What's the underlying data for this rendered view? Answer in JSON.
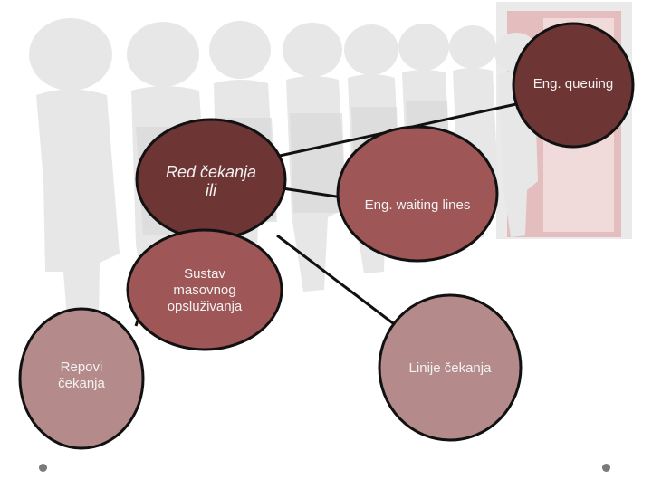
{
  "colors": {
    "dark_node": "#6e3535",
    "mid_node": "#9e5656",
    "light_node": "#b58a8a",
    "outline": "#111111",
    "connector": "#111111",
    "figure": "#e6e6e6",
    "door": "#c54848"
  },
  "nodes": {
    "eng_queuing": "Eng. queuing",
    "red_cekanja_line1": "Red čekanja",
    "red_cekanja_line2": "ili",
    "eng_waiting_lines": "Eng. waiting lines",
    "sustav_line1": "Sustav",
    "sustav_line2": "masovnog",
    "sustav_line3": "opsluživanja",
    "repovi_line1": "Repovi",
    "repovi_line2": "čekanja",
    "linije_cekanja": "Linije čekanja"
  },
  "decoration": {
    "background_image": "people-queue-illustration",
    "slide_dot_icon": "dot-icon"
  }
}
